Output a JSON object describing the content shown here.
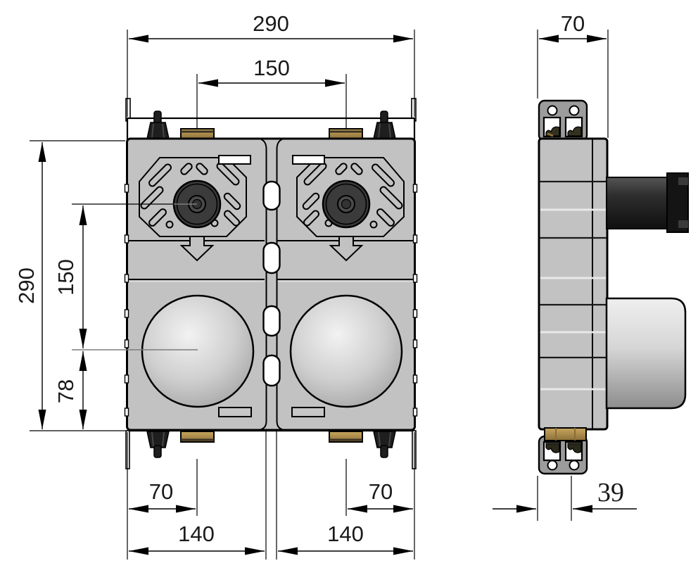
{
  "drawing": {
    "type": "technical-dimension-drawing",
    "views": {
      "count": 2
    },
    "dimensions": {
      "front_top_width": "290",
      "front_top_valve_centers": "150",
      "side_top_depth": "70",
      "front_left_height": "290",
      "front_left_center_spacing": "150",
      "front_left_outlet_height": "78",
      "front_bottom_left_offset": "70",
      "front_bottom_left_module": "140",
      "front_bottom_right_offset": "70",
      "front_bottom_right_module": "140",
      "side_bottom_protrusion": "39"
    },
    "colors": {
      "body_gray": "#c2c2c2",
      "bracket_gray": "#9c9c9c",
      "brass": "#ab8b4b",
      "dark_fitting": "#1e1e1e",
      "valve_knob": "#3b3b3b",
      "line_black": "#000000",
      "ref_gray": "#7d7d7d",
      "background": "#ffffff"
    }
  }
}
